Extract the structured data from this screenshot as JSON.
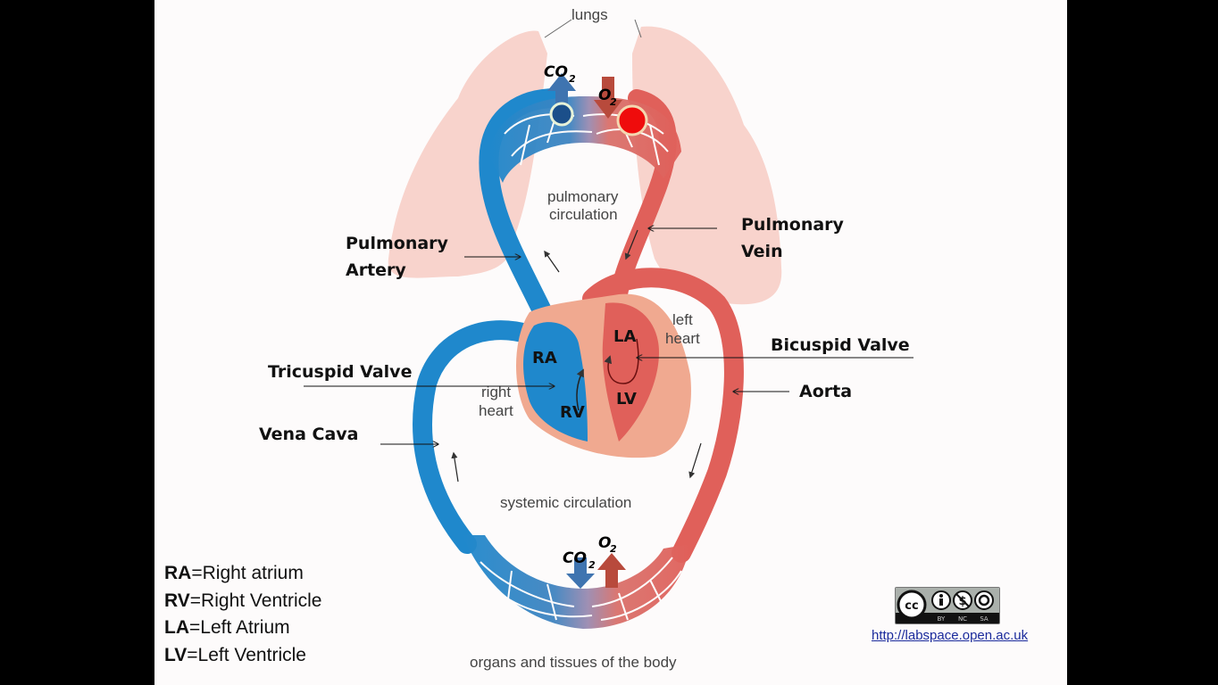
{
  "slide": {
    "title_label": "lungs",
    "figure_labels": {
      "lungs": "lungs",
      "pulmonary_circulation_line1": "pulmonary",
      "pulmonary_circulation_line2": "circulation",
      "systemic_circulation": "systemic circulation",
      "organs": "organs and tissues of the body",
      "left_heart_line1": "left",
      "left_heart_line2": "heart",
      "right_heart_line1": "right",
      "right_heart_line2": "heart"
    },
    "chambers": {
      "ra": "RA",
      "rv": "RV",
      "la": "LA",
      "lv": "LV"
    },
    "gas_exchange": {
      "lungs_co2": "CO",
      "lungs_co2_sub": "2",
      "lungs_o2": "O",
      "lungs_o2_sub": "2",
      "body_co2": "CO",
      "body_co2_sub": "2",
      "body_o2": "O",
      "body_o2_sub": "2"
    },
    "callouts": {
      "pulmonary_artery_line1": "Pulmonary",
      "pulmonary_artery_line2": "Artery",
      "pulmonary_vein_line1": "Pulmonary",
      "pulmonary_vein_line2": "Vein",
      "tricuspid_valve": "Tricuspid Valve",
      "bicuspid_valve": "Bicuspid Valve",
      "vena_cava": "Vena Cava",
      "aorta": "Aorta"
    },
    "legend": [
      {
        "abbr": "RA",
        "text": "=Right atrium"
      },
      {
        "abbr": "RV",
        "text": "=Right Ventricle"
      },
      {
        "abbr": "LA",
        "text": "=Left Atrium"
      },
      {
        "abbr": "LV",
        "text": "=Left Ventricle"
      }
    ],
    "license": {
      "badge_icons": [
        "cc-icon",
        "by-icon",
        "nc-icon",
        "sa-icon"
      ],
      "badge_labels": [
        "BY",
        "NC",
        "SA"
      ],
      "url": "http://labspace.open.ac.uk"
    },
    "colors": {
      "deoxygenated": "#1f88cc",
      "oxygenated": "#e0605a",
      "lung_fill": "#f8d3cc",
      "heart_wall": "#f0a990",
      "letterbox": "#000000",
      "background": "#fdfbfb"
    }
  }
}
